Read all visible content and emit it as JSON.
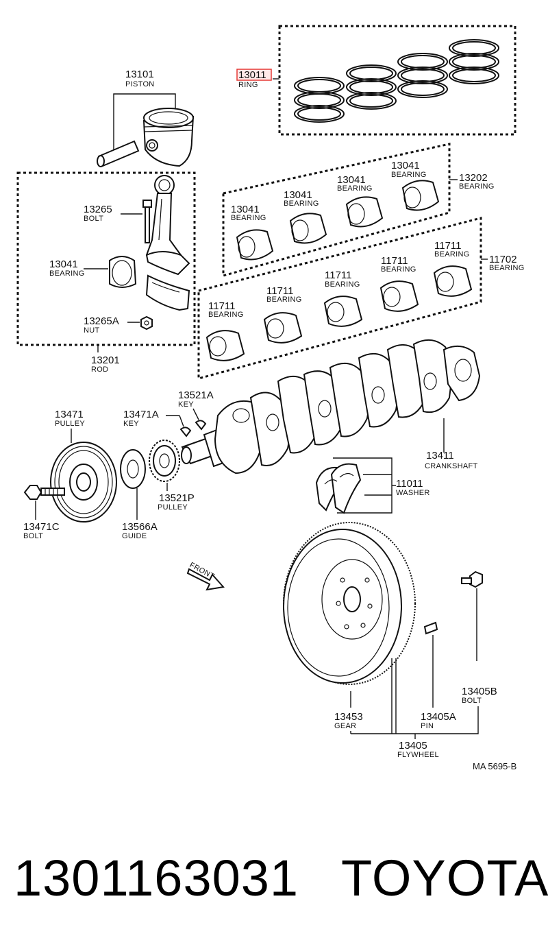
{
  "diagram": {
    "code": "MA 5695-B",
    "front_label": "FRONT",
    "highlight_color": "#e53935",
    "callouts": {
      "ring": {
        "number": "13011",
        "name": "RING"
      },
      "piston": {
        "number": "13101",
        "name": "PISTON"
      },
      "bolt_13265": {
        "number": "13265",
        "name": "BOLT"
      },
      "bearing_13041_rod": {
        "number": "13041",
        "name": "BEARING"
      },
      "nut_13265a": {
        "number": "13265A",
        "name": "NUT"
      },
      "rod": {
        "number": "13201",
        "name": "ROD"
      },
      "bearing_13041_a": {
        "number": "13041",
        "name": "BEARING"
      },
      "bearing_13041_b": {
        "number": "13041",
        "name": "BEARING"
      },
      "bearing_13041_c": {
        "number": "13041",
        "name": "BEARING"
      },
      "bearing_13041_d": {
        "number": "13041",
        "name": "BEARING"
      },
      "bearing_13202": {
        "number": "13202",
        "name": "BEARING"
      },
      "bearing_11711_a": {
        "number": "11711",
        "name": "BEARING"
      },
      "bearing_11711_b": {
        "number": "11711",
        "name": "BEARING"
      },
      "bearing_11711_c": {
        "number": "11711",
        "name": "BEARING"
      },
      "bearing_11711_d": {
        "number": "11711",
        "name": "BEARING"
      },
      "bearing_11711_e": {
        "number": "11711",
        "name": "BEARING"
      },
      "bearing_11702": {
        "number": "11702",
        "name": "BEARING"
      },
      "key_13521a": {
        "number": "13521A",
        "name": "KEY"
      },
      "pulley_13471": {
        "number": "13471",
        "name": "PULLEY"
      },
      "key_13471a": {
        "number": "13471A",
        "name": "KEY"
      },
      "crankshaft": {
        "number": "13411",
        "name": "CRANKSHAFT"
      },
      "washer": {
        "number": "11011",
        "name": "WASHER"
      },
      "bolt_13471c": {
        "number": "13471C",
        "name": "BOLT"
      },
      "guide": {
        "number": "13566A",
        "name": "GUIDE"
      },
      "pulley_13521p": {
        "number": "13521P",
        "name": "PULLEY"
      },
      "bolt_13405b": {
        "number": "13405B",
        "name": "BOLT"
      },
      "gear": {
        "number": "13453",
        "name": "GEAR"
      },
      "pin": {
        "number": "13405A",
        "name": "PIN"
      },
      "flywheel": {
        "number": "13405",
        "name": "FLYWHEEL"
      }
    }
  },
  "footer": {
    "part_number": "1301163031",
    "brand": "TOYOTA"
  }
}
